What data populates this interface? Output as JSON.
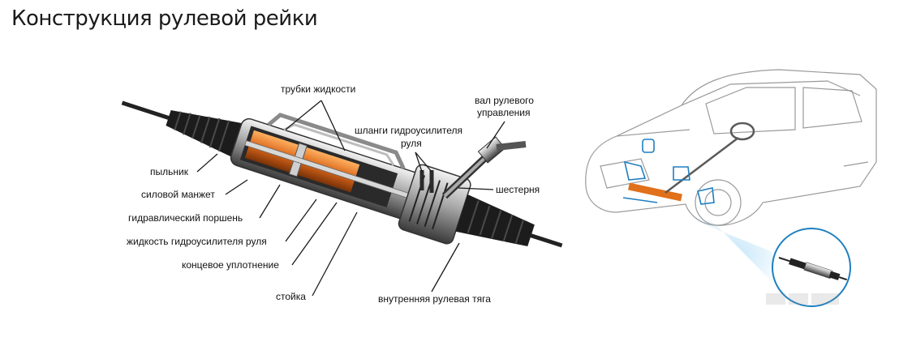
{
  "title": "Конструкция рулевой рейки",
  "labels": {
    "fluid_tubes": "трубки жидкости",
    "steering_shaft_1": "вал рулевого",
    "steering_shaft_2": "управления",
    "hoses_1": "шланги гидроусилителя",
    "hoses_2": "руля",
    "boot": "пыльник",
    "power_cuff": "силовой манжет",
    "hydraulic_piston": "гидравлический поршень",
    "gear": "шестерня",
    "fluid": "жидкость гидроусилителя руля",
    "end_seal": "концевое уплотнение",
    "rack": "стойка",
    "inner_tie_rod": "внутренняя рулевая тяга"
  },
  "colors": {
    "accent_orange": "#e0701a",
    "highlight_blue": "#1e7fc0",
    "text": "#111111"
  }
}
